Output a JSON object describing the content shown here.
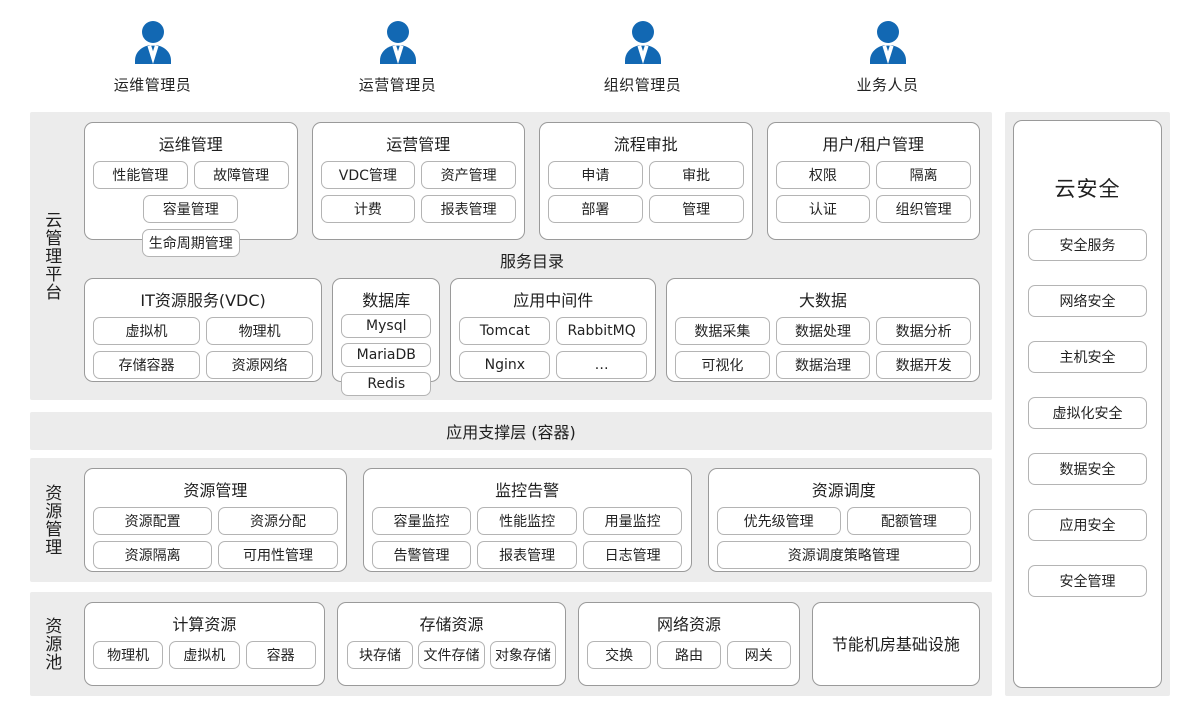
{
  "actors": [
    {
      "icon": "user-avatar-icon",
      "label": "运维管理员"
    },
    {
      "icon": "user-avatar-icon",
      "label": "运营管理员"
    },
    {
      "icon": "user-avatar-icon",
      "label": "组织管理员"
    },
    {
      "icon": "user-avatar-icon",
      "label": "业务人员"
    }
  ],
  "platform": {
    "label": "云管理平台",
    "top_cards": [
      {
        "title": "运维管理",
        "items": [
          "性能管理",
          "故障管理",
          "容量管理",
          "生命周期管理"
        ]
      },
      {
        "title": "运营管理",
        "items": [
          "VDC管理",
          "资产管理",
          "计费",
          "报表管理"
        ]
      },
      {
        "title": "流程审批",
        "items": [
          "申请",
          "审批",
          "部署",
          "管理"
        ]
      },
      {
        "title": "用户/租户管理",
        "items": [
          "权限",
          "隔离",
          "认证",
          "组织管理"
        ]
      }
    ],
    "catalog_title": "服务目录",
    "catalog_cards": [
      {
        "title": "IT资源服务(VDC)",
        "layout": "half",
        "flex": 3.05,
        "items": [
          "虚拟机",
          "物理机",
          "存储容器",
          "资源网络"
        ]
      },
      {
        "title": "数据库",
        "layout": "stack",
        "flex": 1.25,
        "items": [
          "Mysql",
          "MariaDB",
          "Redis"
        ]
      },
      {
        "title": "应用中间件",
        "layout": "half",
        "flex": 2.6,
        "items": [
          "Tomcat",
          "RabbitMQ",
          "Nginx",
          "…"
        ]
      },
      {
        "title": "大数据",
        "layout": "third",
        "flex": 4.1,
        "items": [
          "数据采集",
          "数据处理",
          "数据分析",
          "可视化",
          "数据治理",
          "数据开发"
        ]
      }
    ]
  },
  "app_support": {
    "label": "应用支撑层 (容器)"
  },
  "resource_mgmt": {
    "label": "资源管理",
    "cards": [
      {
        "title": "资源管理",
        "layout": "half",
        "flex": 1,
        "items": [
          "资源配置",
          "资源分配",
          "资源隔离",
          "可用性管理"
        ]
      },
      {
        "title": "监控告警",
        "layout": "third",
        "flex": 1.27,
        "items": [
          "容量监控",
          "性能监控",
          "用量监控",
          "告警管理",
          "报表管理",
          "日志管理"
        ]
      },
      {
        "title": "资源调度",
        "layout": "mixed",
        "flex": 1.04,
        "items": [
          "优先级管理",
          "配额管理",
          "资源调度策略管理"
        ]
      }
    ]
  },
  "resource_pool": {
    "label": "资源池",
    "cards": [
      {
        "title": "计算资源",
        "layout": "third",
        "flex": 2.55,
        "items": [
          "物理机",
          "虚拟机",
          "容器"
        ]
      },
      {
        "title": "存储资源",
        "layout": "third",
        "flex": 2.42,
        "items": [
          "块存储",
          "文件存储",
          "对象存储"
        ]
      },
      {
        "title": "网络资源",
        "layout": "third",
        "flex": 2.33,
        "items": [
          "交换",
          "路由",
          "网关"
        ]
      },
      {
        "title": "节能机房基础设施",
        "layout": "title-only",
        "flex": 1.72,
        "items": []
      }
    ]
  },
  "security": {
    "title": "云安全",
    "items": [
      "安全服务",
      "网络安全",
      "主机安全",
      "虚拟化安全",
      "数据安全",
      "应用安全",
      "安全管理"
    ]
  },
  "colors": {
    "band": "#ececec",
    "accent": "#1268b3",
    "card_border": "#9a9a9a",
    "chip_border": "#b4b4b4"
  }
}
